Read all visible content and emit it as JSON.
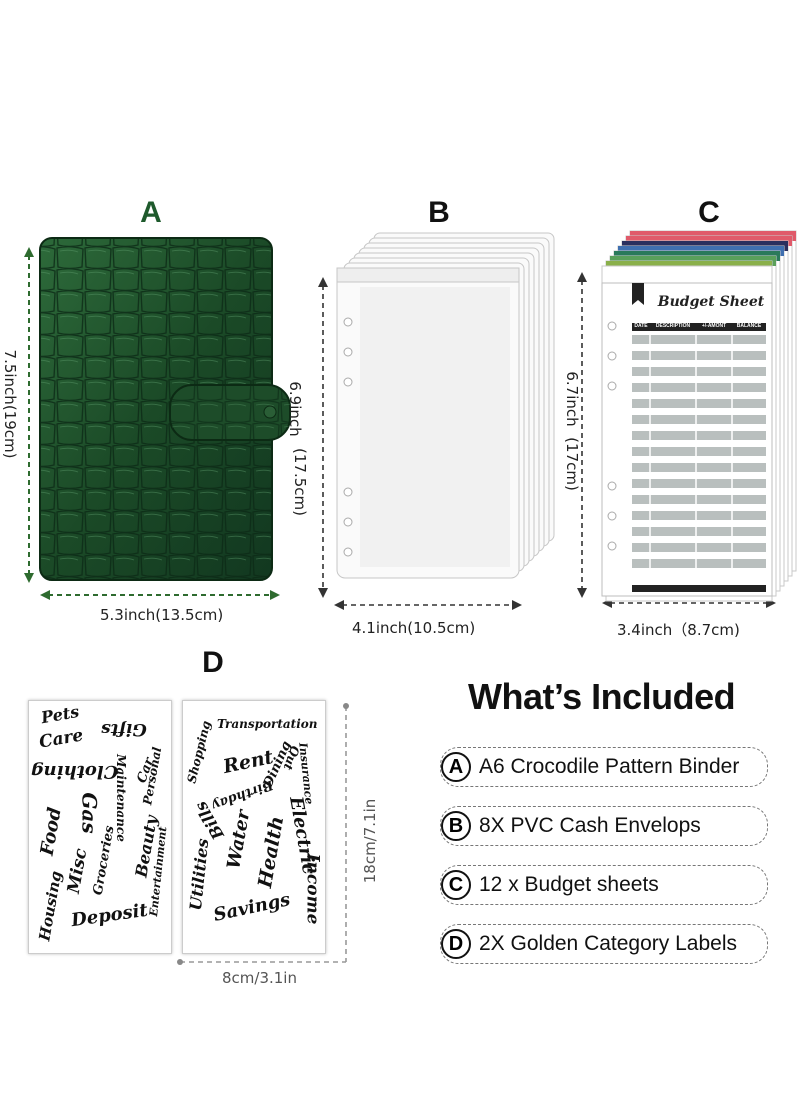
{
  "items": {
    "a": {
      "letter": "A",
      "width_dim": "5.3inch(13.5cm)",
      "height_dim": "7.5inch(19cm)"
    },
    "b": {
      "letter": "B",
      "width_dim": "4.1inch(10.5cm)",
      "height_dim_top": "6.9inch",
      "height_dim_bottom": "(17.5cm)"
    },
    "c": {
      "letter": "C",
      "width_dim": "3.4inch（8.7cm)",
      "height_dim_top": "6.7inch",
      "height_dim_bottom": "(17cm)",
      "sheet_title": "Budget Sheet",
      "columns": [
        "DATE",
        "DESCRIPTION",
        "+/-AMONT",
        "BALANCE"
      ]
    },
    "d": {
      "letter": "D",
      "width_dim": "8cm/3.1in",
      "height_dim": "18cm/7.1in",
      "labels_left": [
        "Pets",
        "Care",
        "Gifts",
        "Clothing",
        "Maintenance",
        "Car",
        "Personal",
        "Gas",
        "Food",
        "Beauty",
        "Groceries",
        "Housing",
        "Misc",
        "Deposit",
        "Entertainment"
      ],
      "labels_right": [
        "Transportation",
        "Shopping",
        "Rent",
        "Dining",
        "Out",
        "Birthday",
        "Insurance",
        "Bills",
        "Water",
        "Health",
        "Electric",
        "Utilities",
        "Savings",
        "Income"
      ]
    }
  },
  "included": {
    "title": "What’s Included",
    "list": [
      {
        "badge": "A",
        "text": "A6 Crocodile Pattern Binder"
      },
      {
        "badge": "B",
        "text": "8X PVC Cash Envelops"
      },
      {
        "badge": "C",
        "text": "12 x Budget sheets"
      },
      {
        "badge": "D",
        "text": "2X Golden Category Labels"
      }
    ]
  },
  "colors": {
    "binder_green": "#1f4a2a",
    "letter_a": "#1e5a2c",
    "dim_line": "#2e6b2f",
    "sheet_stripe": "#b9bfbe",
    "tab_colors": [
      "#e05a6a",
      "#2a2f5f",
      "#3f6fb0",
      "#2a7a5a",
      "#5aa05a",
      "#8ab04a"
    ]
  }
}
